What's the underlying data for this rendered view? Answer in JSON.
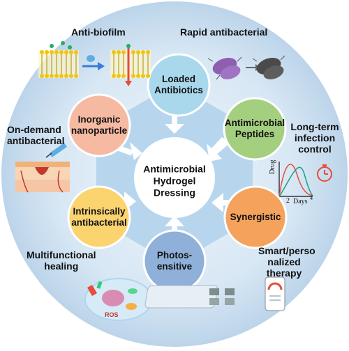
{
  "center": {
    "line1": "Antimicrobial",
    "line2": "Hydrogel",
    "line3": "Dressing"
  },
  "nodes": [
    {
      "id": "loaded-antibiotics",
      "line1": "Loaded",
      "line2": "Antibiotics",
      "color": "#a9d8ec"
    },
    {
      "id": "antimicrobial-peptides",
      "line1": "Antimicrobial",
      "line2": "Peptides",
      "color": "#a4cf7e"
    },
    {
      "id": "synergistic",
      "line1": "Synergistic",
      "line2": "",
      "color": "#f4a25c"
    },
    {
      "id": "photosensitive",
      "line1": "Photos-",
      "line2": "ensitive",
      "color": "#8fb0d8"
    },
    {
      "id": "intrinsically-antibacterial",
      "line1": "Intrinsically",
      "line2": "antibacterial",
      "color": "#fbd36f"
    },
    {
      "id": "inorganic-nanoparticle",
      "line1": "Inorganic",
      "line2": "nanoparticle",
      "color": "#f6b9a2"
    }
  ],
  "outer_labels": {
    "anti_biofilm": "Anti-biofilm",
    "rapid_antibacterial": "Rapid antibacterial",
    "on_demand_1": "On-demand",
    "on_demand_2": "antibacterial",
    "long_term_1": "Long-term",
    "long_term_2": "infection",
    "long_term_3": "control",
    "multifunctional_1": "Multifunctional",
    "multifunctional_2": "healing",
    "smart_1": "Smart/perso",
    "smart_2": "nalized",
    "smart_3": "therapy"
  },
  "release_plot": {
    "ylabel": "Drug",
    "xlabel": "Days",
    "tick_2": "2",
    "tick_4": "4"
  },
  "ros_label": "ROS",
  "colors": {
    "outer_ring": "#c5dcee",
    "hexagon": "#b6d6ee",
    "center_fill": "#ffffff"
  }
}
